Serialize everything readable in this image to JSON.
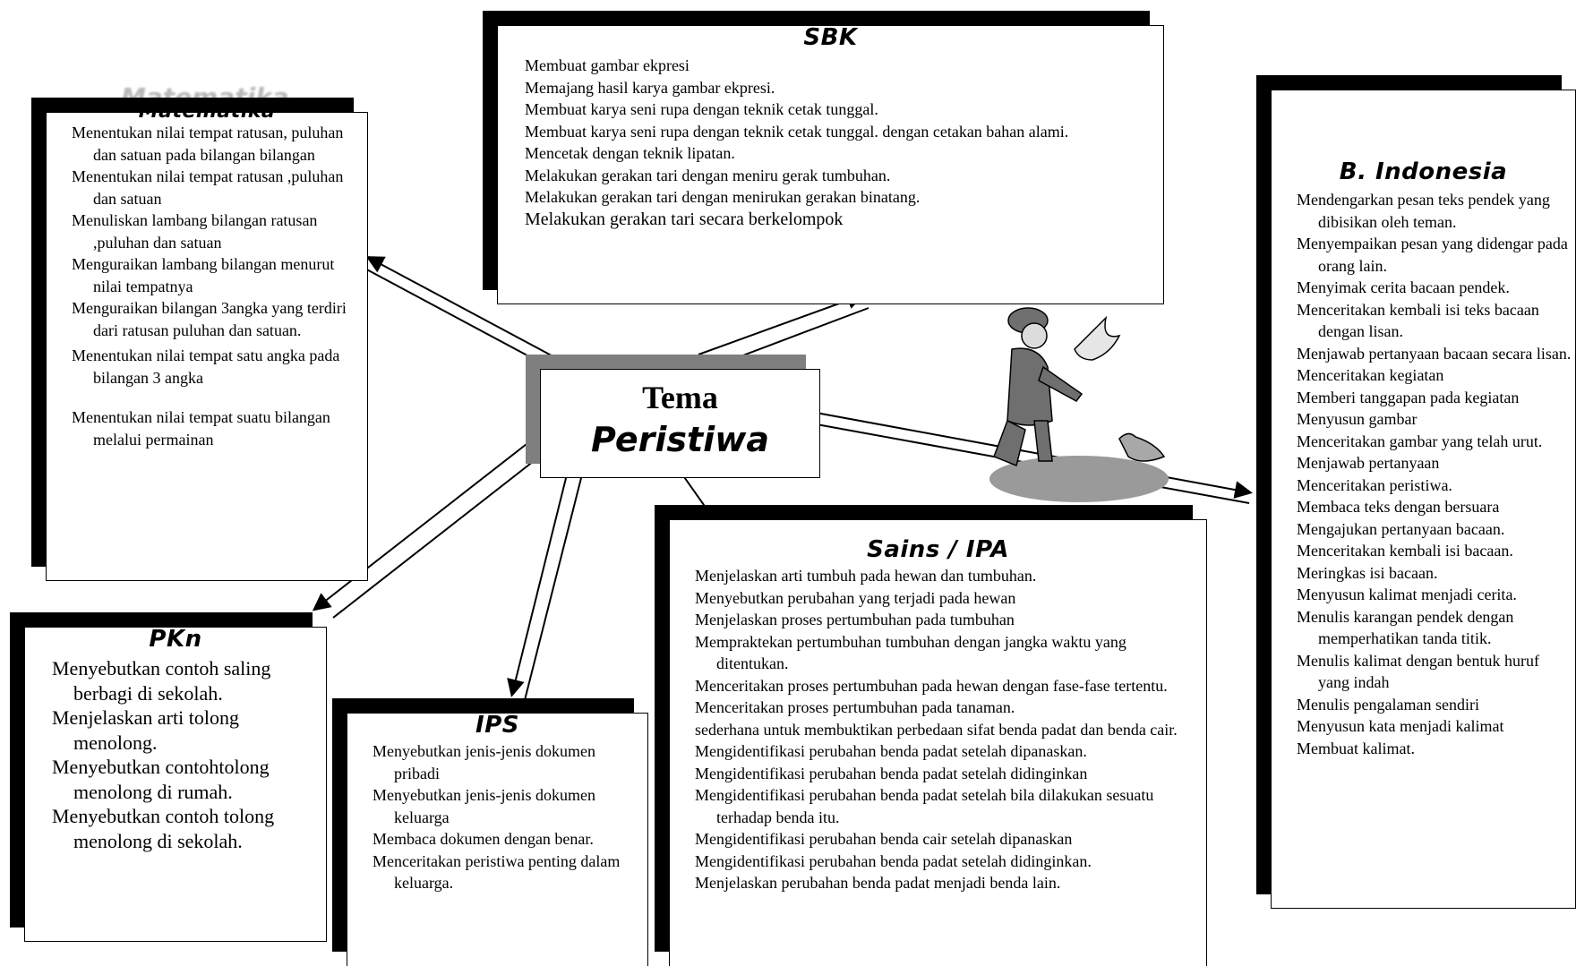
{
  "center": {
    "line1": "Tema",
    "line2": "Peristiwa"
  },
  "matematika": {
    "title": "Matematika",
    "items": [
      "Menentukan nilai tempat ratusan, puluhan dan satuan pada bilangan bilangan",
      "Menentukan nilai tempat ratusan ,puluhan dan satuan",
      "Menuliskan lambang bilangan ratusan ,puluhan dan satuan",
      "Menguraikan lambang bilangan menurut nilai tempatnya",
      "Menguraikan  bilangan 3angka yang terdiri dari ratusan puluhan dan satuan.",
      "Menentukan  nilai tempat  satu angka pada bilangan 3 angka",
      "Menentukan nilai tempat suatu bilangan melalui permainan"
    ]
  },
  "sbk": {
    "title": "SBK",
    "items": [
      "Membuat gambar ekpresi",
      "Memajang  hasil karya gambar ekpresi.",
      "Membuat karya seni rupa dengan teknik cetak tunggal.",
      "Membuat karya seni rupa dengan teknik cetak tunggal. dengan cetakan bahan alami.",
      "Mencetak dengan teknik lipatan.",
      "Melakukan gerakan tari dengan meniru gerak tumbuhan.",
      "Melakukan gerakan tari dengan menirukan gerakan binatang.",
      "Melakukan gerakan tari secara berkelompok"
    ]
  },
  "bindonesia": {
    "title": "B. Indonesia",
    "items": [
      "Mendengarkan pesan teks pendek yang dibisikan oleh teman.",
      "Menyempaikan pesan yang didengar pada orang lain.",
      "Menyimak cerita bacaan pendek.",
      "Menceritakan kembali isi teks bacaan dengan lisan.",
      "Menjawab pertanyaan bacaan secara lisan.",
      "Menceritakan kegiatan",
      "Memberi tanggapan pada kegiatan",
      "Menyusun gambar",
      "Menceritakan gambar yang telah urut.",
      "Menjawab pertanyaan",
      "Menceritakan peristiwa.",
      "Membaca teks dengan bersuara",
      "Mengajukan pertanyaan bacaan.",
      "Menceritakan kembali isi bacaan.",
      "Meringkas isi bacaan.",
      "Menyusun kalimat menjadi cerita.",
      "Menulis karangan pendek dengan memperhatikan tanda titik.",
      "Menulis kalimat dengan bentuk huruf yang indah",
      "Menulis pengalaman sendiri",
      "Menyusun kata menjadi kalimat",
      "Membuat kalimat."
    ]
  },
  "pkn": {
    "title": "PKn",
    "items": [
      "Menyebutkan contoh saling berbagi di sekolah.",
      "Menjelaskan arti tolong menolong.",
      "Menyebutkan contohtolong menolong di rumah.",
      "Menyebutkan contoh tolong menolong di sekolah."
    ]
  },
  "ips": {
    "title": "IPS",
    "items": [
      "Menyebutkan jenis-jenis dokumen pribadi",
      "Menyebutkan jenis-jenis dokumen keluarga",
      "Membaca dokumen dengan benar.",
      "Menceritakan peristiwa penting dalam keluarga."
    ]
  },
  "sains": {
    "title": "Sains / IPA",
    "items": [
      "Menjelaskan arti tumbuh pada hewan dan tumbuhan.",
      "Menyebutkan perubahan yang terjadi pada hewan",
      "Menjelaskan proses pertumbuhan pada tumbuhan",
      "Mempraktekan pertumbuhan tumbuhan dengan jangka waktu yang ditentukan.",
      "Menceritakan proses pertumbuhan pada hewan dengan fase-fase tertentu.",
      "Menceritakan proses pertumbuhan pada tanaman.",
      "sederhana untuk membuktikan perbedaan sifat benda padat dan benda cair.",
      "Mengidentifikasi perubahan benda padat setelah dipanaskan.",
      "Mengidentifikasi perubahan benda padat setelah didinginkan",
      "Mengidentifikasi perubahan benda padat setelah bila dilakukan sesuatu terhadap benda itu.",
      "Mengidentifikasi perubahan benda cair  setelah dipanaskan",
      "Mengidentifikasi perubahan benda padat setelah didinginkan.",
      "Menjelaskan perubahan benda padat menjadi benda lain."
    ]
  }
}
